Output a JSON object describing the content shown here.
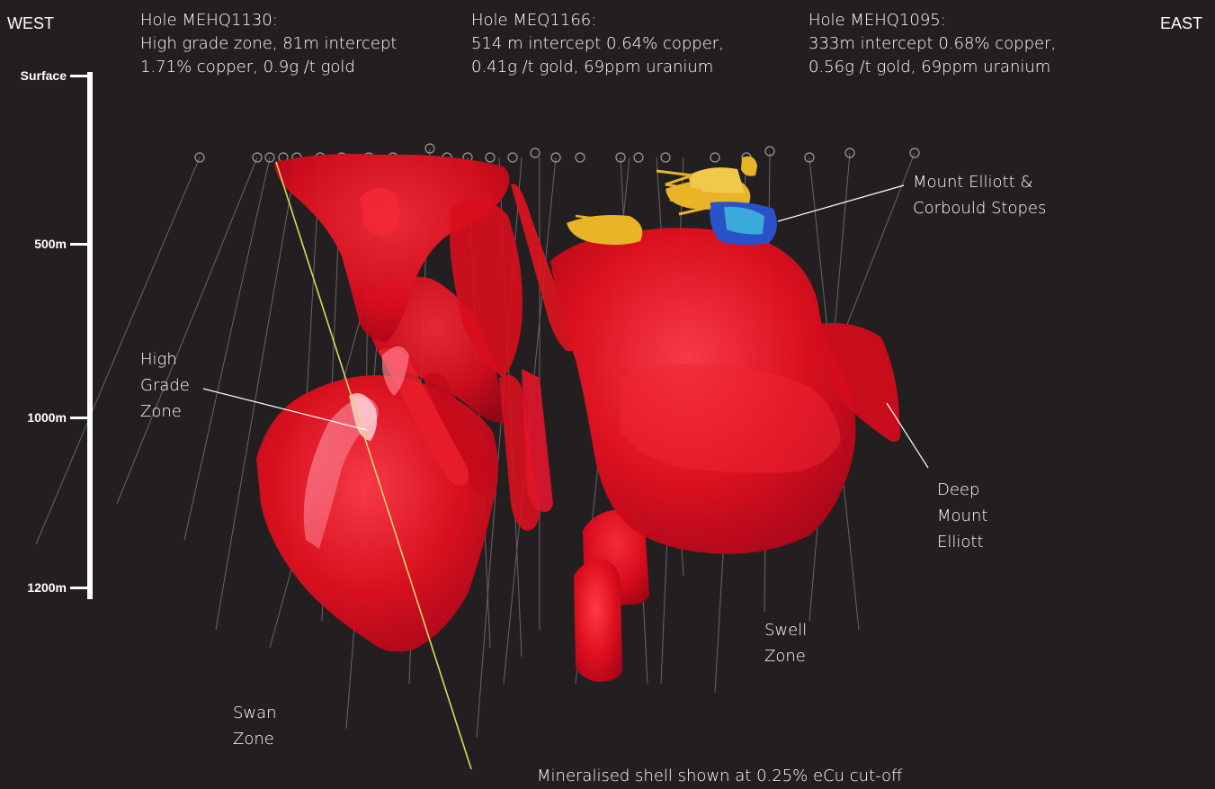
{
  "directions": {
    "west": "WEST",
    "east": "EAST"
  },
  "holes": [
    {
      "line1": "Hole MEHQ1130:",
      "line2": "High grade zone, 81m intercept",
      "line3": "1.71% copper, 0.9g /t gold"
    },
    {
      "line1": "Hole MEQ1166:",
      "line2": "514 m intercept 0.64% copper,",
      "line3": "0.41g /t gold, 69ppm uranium"
    },
    {
      "line1": "Hole MEHQ1095:",
      "line2": "333m intercept 0.68% copper,",
      "line3": "0.56g /t gold, 69ppm uranium"
    }
  ],
  "depth_scale": {
    "ticks": [
      {
        "label": "Surface"
      },
      {
        "label": "500m"
      },
      {
        "label": "1000m"
      },
      {
        "label": "1200m"
      }
    ]
  },
  "annotations": {
    "mount_elliott": {
      "line1": "Mount Elliott &",
      "line2": "Corbould Stopes"
    },
    "high_grade": {
      "line1": "High",
      "line2": "Grade",
      "line3": "Zone"
    },
    "deep_mount_elliott": {
      "line1": "Deep",
      "line2": "Mount",
      "line3": "Elliott"
    },
    "swell": {
      "line1": "Swell",
      "line2": "Zone"
    },
    "swan": {
      "line1": "Swan",
      "line2": "Zone"
    },
    "caption": "Mineralised shell shown at 0.25% eCu cut-off"
  },
  "colors": {
    "background": "#231f20",
    "ore_body": "#e0101e",
    "ore_highlight": "#ff4a57",
    "stopes_gold": "#e8b428",
    "stopes_blue": "#2a52c8",
    "drillhole": "#8a8a8a",
    "trace_yellow": "#d8d86a"
  }
}
